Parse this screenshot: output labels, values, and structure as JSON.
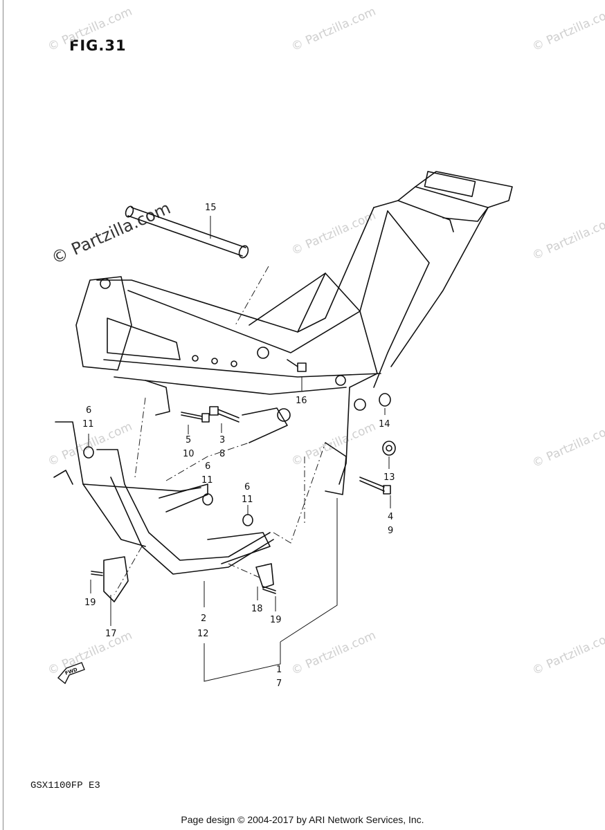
{
  "figure": {
    "title": "FIG.31",
    "model": "GSX1100FP E3"
  },
  "footer": {
    "text": "Page design © 2004-2017 by ARI Network Services, Inc."
  },
  "watermark": {
    "text": "© Partzilla.com"
  },
  "callouts": [
    {
      "id": "15",
      "label": "15"
    },
    {
      "id": "16",
      "label": "16"
    },
    {
      "id": "14",
      "label": "14"
    },
    {
      "id": "13",
      "label": "13"
    },
    {
      "id": "6a",
      "label": "6"
    },
    {
      "id": "11a",
      "label": "11"
    },
    {
      "id": "5",
      "label": "5"
    },
    {
      "id": "10",
      "label": "10"
    },
    {
      "id": "3",
      "label": "3"
    },
    {
      "id": "8",
      "label": "8"
    },
    {
      "id": "6b",
      "label": "6"
    },
    {
      "id": "11b",
      "label": "11"
    },
    {
      "id": "6c",
      "label": "6"
    },
    {
      "id": "11c",
      "label": "11"
    },
    {
      "id": "4",
      "label": "4"
    },
    {
      "id": "9",
      "label": "9"
    },
    {
      "id": "19a",
      "label": "19"
    },
    {
      "id": "17",
      "label": "17"
    },
    {
      "id": "2",
      "label": "2"
    },
    {
      "id": "12",
      "label": "12"
    },
    {
      "id": "18",
      "label": "18"
    },
    {
      "id": "19b",
      "label": "19"
    },
    {
      "id": "1",
      "label": "1"
    },
    {
      "id": "7",
      "label": "7"
    }
  ],
  "fwd_label": "FWD"
}
